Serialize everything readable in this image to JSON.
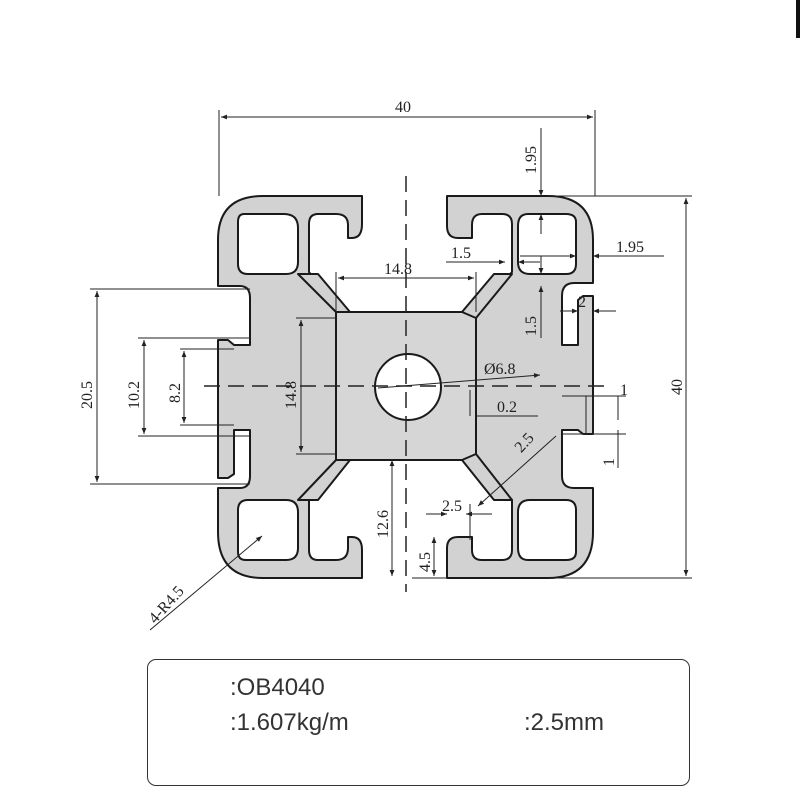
{
  "drawing": {
    "dim_width_top": "40",
    "dim_height_right": "40",
    "dim_tslot_top_depth": "1.95",
    "dim_tslot_side_depth": "1.95",
    "dim_slot_lip": "1.5",
    "dim_slot_lip_vertical": "1.5",
    "dim_slot_hook": "2",
    "dim_core_width": "14.8",
    "dim_core_height": "14.8",
    "dim_center_bore": "Ø6.8",
    "dim_slot_outer": "20.5",
    "dim_slot_mid": "10.2",
    "dim_slot_inner": "8.2",
    "dim_right_1a": "1",
    "dim_right_1b": "1",
    "dim_right_02": "0.2",
    "dim_diag_wall": "2.5",
    "dim_wall_horizontal": "2.5",
    "dim_bottom_126": "12.6",
    "dim_bottom_45": "4.5",
    "dim_corner_radius": "4-R4.5"
  },
  "info": {
    "model": ":OB4040",
    "weight": ":1.607kg/m",
    "wall": ":2.5mm"
  }
}
